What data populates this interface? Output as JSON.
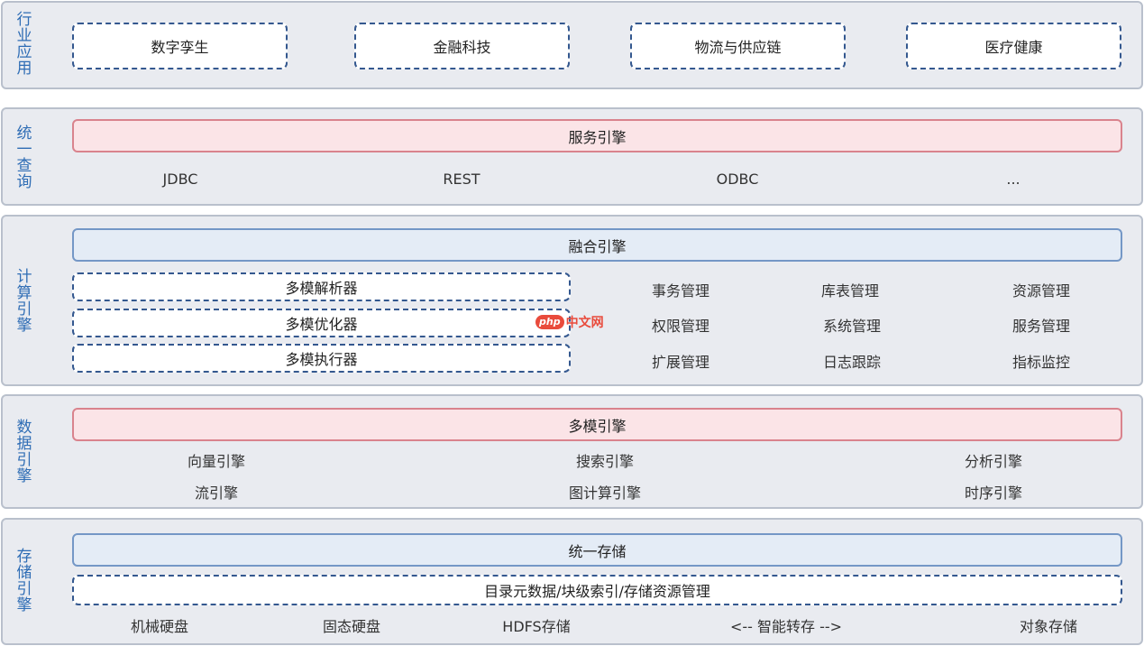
{
  "layers": [
    {
      "title": "行业应用",
      "boxes": [
        "数字孪生",
        "金融科技",
        "物流与供应链",
        "医疗健康"
      ]
    },
    {
      "title": "统一查询",
      "bar": "服务引擎",
      "items": [
        "JDBC",
        "REST",
        "ODBC",
        "..."
      ]
    },
    {
      "title": "计算引擎",
      "bar": "融合引擎",
      "modules": [
        "多模解析器",
        "多模优化器",
        "多模执行器"
      ],
      "grid": [
        [
          "事务管理",
          "库表管理",
          "资源管理"
        ],
        [
          "权限管理",
          "系统管理",
          "服务管理"
        ],
        [
          "扩展管理",
          "日志跟踪",
          "指标监控"
        ]
      ]
    },
    {
      "title": "数据引擎",
      "bar": "多模引擎",
      "rows": [
        [
          "向量引擎",
          "搜索引擎",
          "分析引擎"
        ],
        [
          "流引擎",
          "图计算引擎",
          "时序引擎"
        ]
      ]
    },
    {
      "title": "存储引擎",
      "bar": "统一存储",
      "dash_bar": "目录元数据/块级索引/存储资源管理",
      "items": [
        "机械硬盘",
        "固态硬盘",
        "HDFS存储",
        "<-- 智能转存 -->",
        "对象存储"
      ]
    }
  ],
  "watermark": {
    "brand": "php",
    "text": "中文网"
  }
}
